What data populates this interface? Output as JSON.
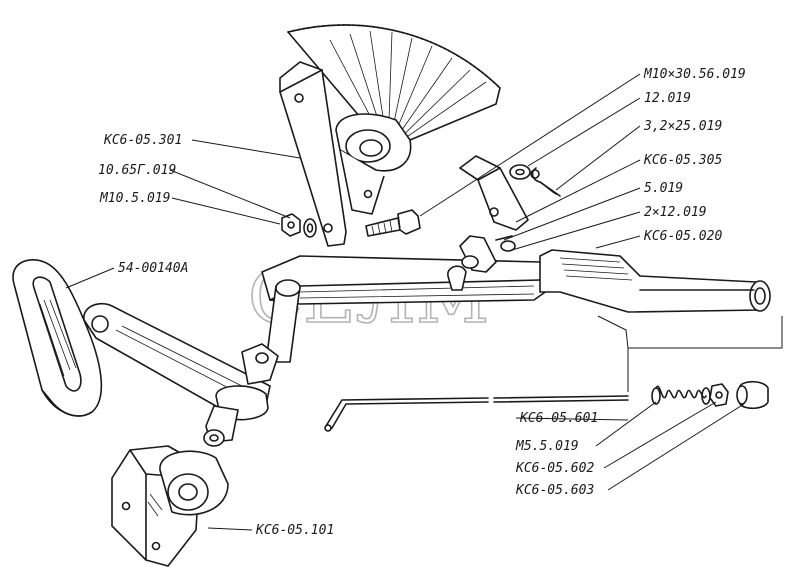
{
  "labels": {
    "bolt_m10x30": "M10×30.56.019",
    "washer_12": "12.019",
    "pin_3_2x25": "3,2×25.019",
    "bracket_305": "КС6-05.305",
    "part_5_019": "5.019",
    "pin_2x12": "2×12.019",
    "sector_301": "КС6-05.301",
    "nut_10_65g": "10.65Г.019",
    "nut_m10_5": "М10.5.019",
    "pedal_54": "54-00140А",
    "shaft_020": "КС6-05.020",
    "rod_601": "КС6-05.601",
    "nut_m5": "М5.5.019",
    "spring_602": "КС6-05.602",
    "cap_603": "КС6-05.603",
    "bracket_101": "КС6-05.101"
  },
  "watermark": "СЕЛМ",
  "colors": {
    "ink": "#1a1a1a",
    "watermark": "#9a9a9a",
    "background": "#ffffff"
  }
}
